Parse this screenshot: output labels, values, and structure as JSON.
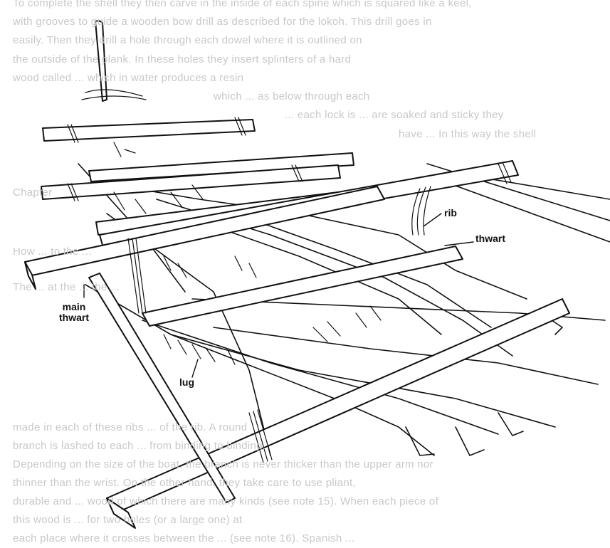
{
  "background_text": [
    "To complete the shell they then carve in the inside of each spine which is squared like a keel,",
    "with grooves to guide a wooden bow drill as described for the lokoh. This drill goes in",
    "easily. Then they drill a hole through each dowel where it is outlined on",
    "the outside of the plank. In these holes they insert splinters of a hard",
    "wood called ... which in water produces a resin",
    "which ... as below through each",
    "... each lock is ... are soaked and sticky they",
    "have ... In this way the shell",
    "Chapter",
    "How ... to the ...",
    "The ... at the ... the ...",
    "made in each of these ribs ... of the rib. A round",
    "branch is lashed to each ... from binding to binding.",
    "Depending on the size of the boat, the branch is never thicker than the upper arm nor",
    "thinner than the wrist. On the other hand, they take care to use pliant,",
    "durable and ... wood of which there are many kinds (see note 15). When each piece of",
    "this wood is ... for two holes (or a large one) at",
    "each place where it crosses between the ... (see note 16). Spanish ..."
  ],
  "labels": {
    "rib": "rib",
    "thwart": "thwart",
    "main_thwart": "main\nthwart",
    "lug": "lug"
  }
}
